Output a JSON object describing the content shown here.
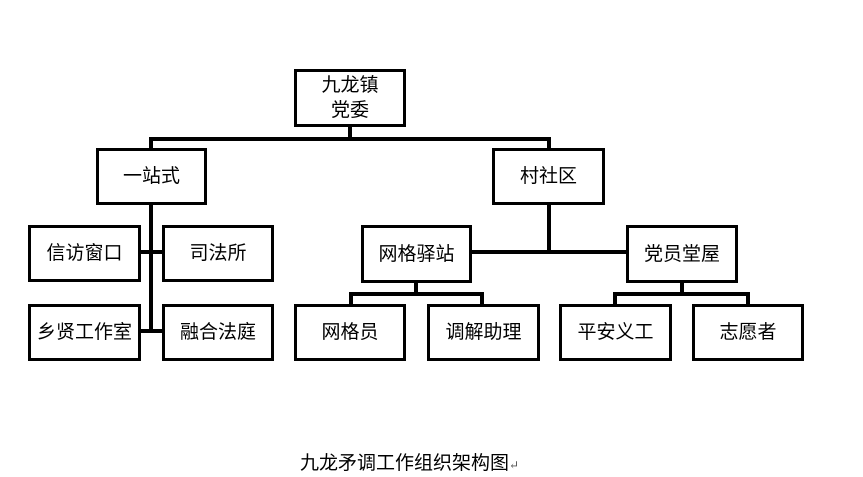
{
  "nodes": {
    "root": {
      "line1": "九龙镇",
      "line2": "党委"
    },
    "one_stop": "一站式",
    "village": "村社区",
    "petition": "信访窗口",
    "judicial": "司法所",
    "sages": "乡贤工作室",
    "court": "融合法庭",
    "grid_station": "网格驿站",
    "party_house": "党员堂屋",
    "grid_member": "网格员",
    "mediation": "调解助理",
    "volunteer_safety": "平安义工",
    "volunteer": "志愿者"
  },
  "caption": "九龙矛调工作组织架构图",
  "caption_mark": "↵"
}
